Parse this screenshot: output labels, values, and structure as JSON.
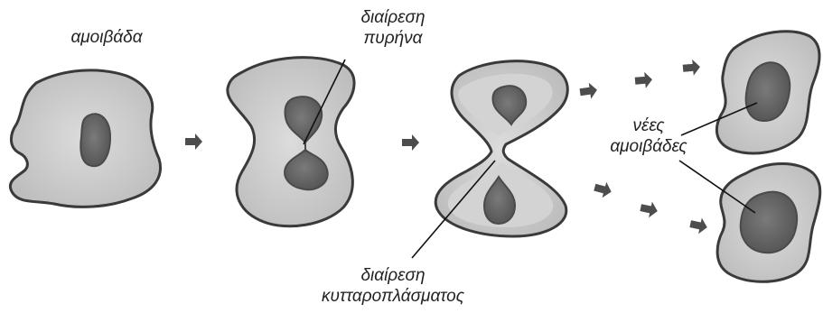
{
  "labels": {
    "amoeba": "αμοιβάδα",
    "nuclear_division": [
      "διαίρεση",
      "πυρήνα"
    ],
    "new_amoebae": [
      "νέες",
      "αμοιβάδες"
    ],
    "cytoplasm_division": [
      "διαίρεση",
      "κυτταροπλάσματος"
    ]
  },
  "colors": {
    "cytoplasm": "#c9c9c9",
    "cytoplasm_inner": "#d8d8d8",
    "outline": "#3a3a3a",
    "nucleus": "#6a6a6a",
    "nucleus_dark": "#4a4a4a",
    "arrow": "#4d4d4d",
    "pointer_line": "#111111"
  },
  "icons": [
    "arrow-icon"
  ]
}
